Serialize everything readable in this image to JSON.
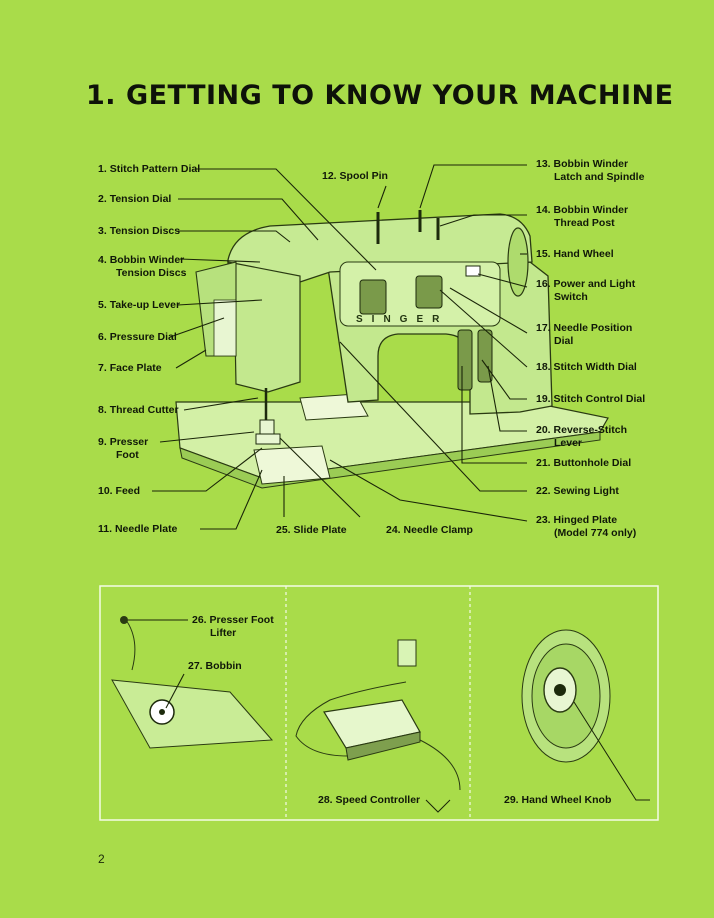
{
  "title": "1. GETTING TO KNOW YOUR MACHINE",
  "brand": "SINGER",
  "page_number": "2",
  "parts": [
    {
      "num": "1.",
      "name": "Stitch Pattern Dial"
    },
    {
      "num": "2.",
      "name": "Tension Dial"
    },
    {
      "num": "3.",
      "name": "Tension Discs"
    },
    {
      "num": "4.",
      "name": "Bobbin Winder",
      "name2": "Tension Discs"
    },
    {
      "num": "5.",
      "name": "Take-up Lever"
    },
    {
      "num": "6.",
      "name": "Pressure Dial"
    },
    {
      "num": "7.",
      "name": "Face Plate"
    },
    {
      "num": "8.",
      "name": "Thread Cutter"
    },
    {
      "num": "9.",
      "name": "Presser",
      "name2": "Foot"
    },
    {
      "num": "10.",
      "name": "Feed"
    },
    {
      "num": "11.",
      "name": "Needle Plate"
    },
    {
      "num": "12.",
      "name": "Spool Pin"
    },
    {
      "num": "13.",
      "name": "Bobbin Winder",
      "name2": "Latch and Spindle"
    },
    {
      "num": "14.",
      "name": "Bobbin Winder",
      "name2": "Thread Post"
    },
    {
      "num": "15.",
      "name": "Hand Wheel"
    },
    {
      "num": "16.",
      "name": "Power and Light",
      "name2": "Switch"
    },
    {
      "num": "17.",
      "name": "Needle Position",
      "name2": "Dial"
    },
    {
      "num": "18.",
      "name": "Stitch Width Dial"
    },
    {
      "num": "19.",
      "name": "Stitch Control Dial"
    },
    {
      "num": "20.",
      "name": "Reverse-Stitch",
      "name2": "Lever"
    },
    {
      "num": "21.",
      "name": "Buttonhole Dial"
    },
    {
      "num": "22.",
      "name": "Sewing Light"
    },
    {
      "num": "23.",
      "name": "Hinged Plate",
      "name2": "(Model 774 only)"
    },
    {
      "num": "24.",
      "name": "Needle Clamp"
    },
    {
      "num": "25.",
      "name": "Slide Plate"
    },
    {
      "num": "26.",
      "name": "Presser Foot",
      "name2": "Lifter"
    },
    {
      "num": "27.",
      "name": "Bobbin"
    },
    {
      "num": "28.",
      "name": "Speed Controller"
    },
    {
      "num": "29.",
      "name": "Hand Wheel Knob"
    }
  ]
}
